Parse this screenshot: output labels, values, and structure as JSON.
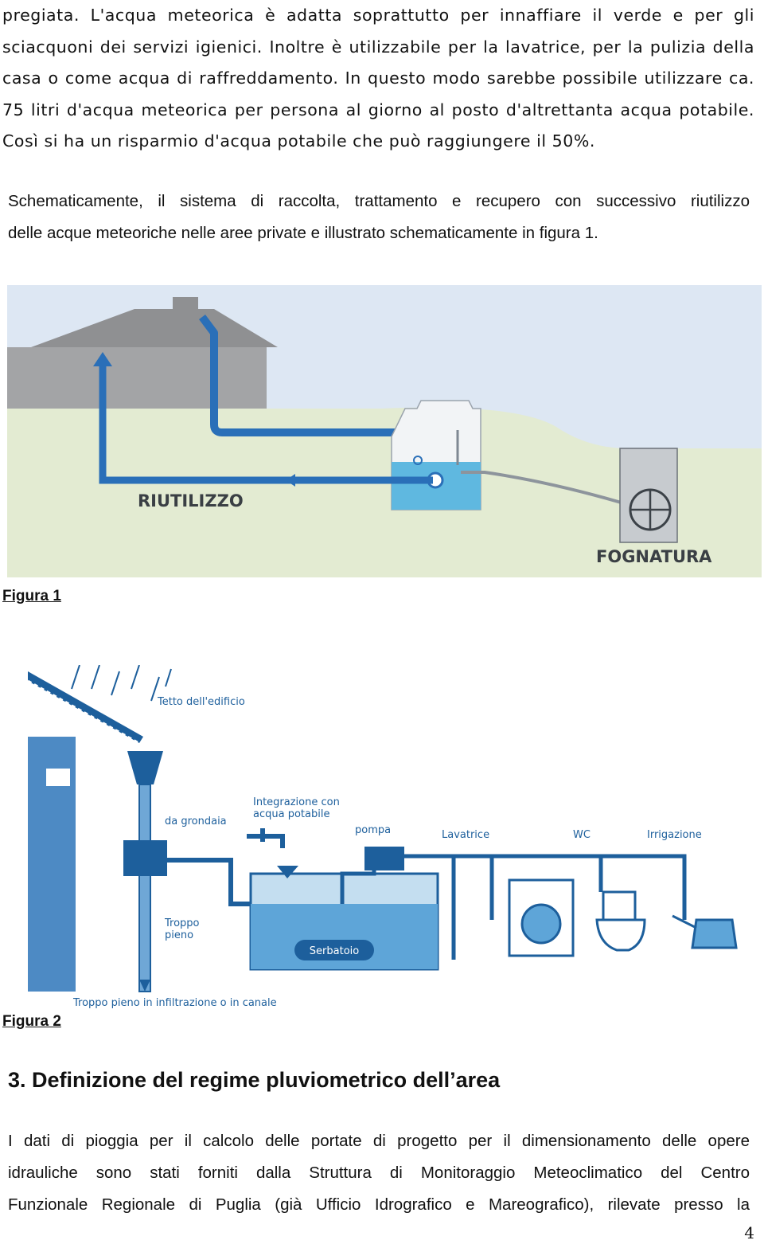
{
  "intro_lines": [
    "pregiata. L'acqua meteorica è adatta soprattutto per innaffiare il verde e per gli",
    "sciacquoni dei servizi igienici. Inoltre è utilizzabile per la lavatrice, per la pulizia della",
    "casa o come acqua di raffreddamento. In questo modo sarebbe possibile utilizzare ca.",
    "75 litri d'acqua meteorica per persona al giorno al posto d'altrettanta acqua potabile.",
    "Così si ha un risparmio d'acqua potabile che può raggiungere il 50%."
  ],
  "schema_lines": [
    "Schematicamente, il sistema di raccolta, trattamento e recupero con successivo riutilizzo",
    "delle acque meteoriche nelle aree private e illustrato schematicamente in figura 1."
  ],
  "figure1": {
    "label_reuse": "RIUTILIZZO",
    "label_sewer": "FOGNATURA",
    "caption": "Figura 1"
  },
  "figure2": {
    "roof": "Tetto dell'edificio",
    "gutter": "da grondaia",
    "integration_1": "Integrazione con",
    "integration_2": "acqua potabile",
    "pump": "pompa",
    "washer": "Lavatrice",
    "wc": "WC",
    "irrigation": "Irrigazione",
    "overflow_1": "Troppo",
    "overflow_2": "pieno",
    "tank": "Serbatoio",
    "overflow_bottom": "Troppo pieno in infiltrazione o in canale",
    "caption": "Figura 2"
  },
  "section_heading": "3. Definizione del regime pluviometrico dell’area",
  "section_lines": [
    "I dati di pioggia per il calcolo delle portate di progetto per il dimensionamento delle opere",
    "idrauliche sono stati forniti dalla Struttura di Monitoraggio Meteoclimatico del Centro",
    "Funzionale Regionale di Puglia (già Ufficio Idrografico e Mareografico), rilevate presso la"
  ],
  "page_number": "4",
  "colors": {
    "pipe_blue": "#2a6fb8",
    "water": "#5fb8e0",
    "ground": "#e3ebd2",
    "sky": "#dde7f3",
    "house": "#a3a4a6"
  }
}
